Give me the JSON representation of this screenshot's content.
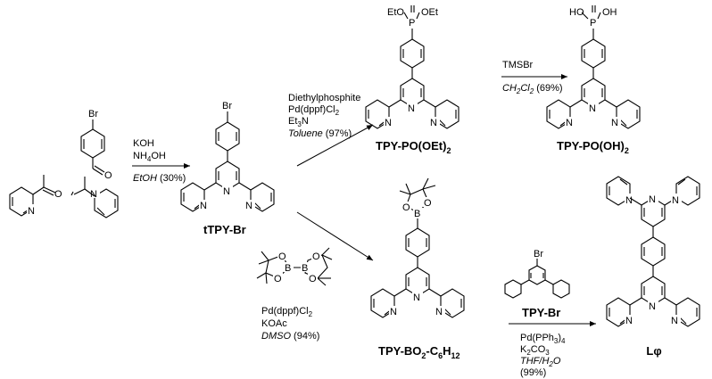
{
  "atoms": {
    "br": "Br",
    "o": "O",
    "n": "N",
    "b": "B",
    "p": "P",
    "eto": "EtO",
    "oet": "OEt",
    "ho": "HO",
    "oh": "OH"
  },
  "conditions": {
    "step1": {
      "line1": "KOH",
      "line2_main": "NH",
      "line2_sub": "4",
      "line2_end": "OH",
      "line3_italic": "EtOH",
      "line3_rest": " (30%)"
    },
    "step2": {
      "line1": "Diethylphosphite",
      "line2": "Pd(dppf)Cl",
      "line2_sub": "2",
      "line3_main": "Et",
      "line3_sub": "3",
      "line3_end": "N",
      "line4_italic": "Toluene",
      "line4_rest": " (97%)"
    },
    "step3": {
      "line1": "TMSBr",
      "line2_italic_a": "CH",
      "line2_sub_a": "2",
      "line2_italic_b": "Cl",
      "line2_sub_b": "2",
      "line2_rest": " (69%)"
    },
    "step4": {
      "line1": "Pd(dppf)Cl",
      "line1_sub": "2",
      "line2": "KOAc",
      "line3_italic": "DMSO",
      "line3_rest": " (94%)"
    },
    "step5": {
      "reagent": "TPY-Br",
      "line1": "Pd(PPh",
      "line1_sub": "3",
      "line1_end": ")",
      "line1_sub2": "4",
      "line2_main": "K",
      "line2_sub": "2",
      "line2_mid": "CO",
      "line2_sub2": "3",
      "line3_italic": "THF/H",
      "line3_sub": "2",
      "line3_italic_end": "O",
      "line4": "(99%)"
    }
  },
  "compounds": {
    "tpy_br_start": "tTPY-Br",
    "po_oet": {
      "main": "TPY-PO(OEt)",
      "sub": "2"
    },
    "po_oh": {
      "main": "TPY-PO(OH)",
      "sub": "2"
    },
    "bo2": {
      "main": "TPY-BO",
      "sub": "2",
      "mid": "-C",
      "sub2": "6",
      "mid2": "H",
      "sub3": "12"
    },
    "l_phi": "Lφ"
  }
}
